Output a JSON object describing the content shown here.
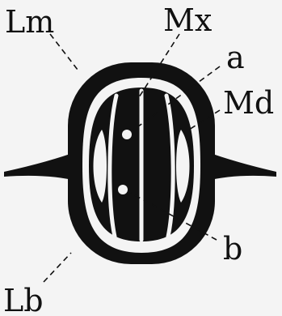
{
  "figure": {
    "labels": {
      "labrum": "Lm",
      "maxilla": "Mx",
      "a": "a",
      "mandible": "Md",
      "b": "b",
      "labium": "Lb"
    }
  },
  "colors": {
    "ink": "#111111",
    "paper": "#f4f4f4"
  }
}
